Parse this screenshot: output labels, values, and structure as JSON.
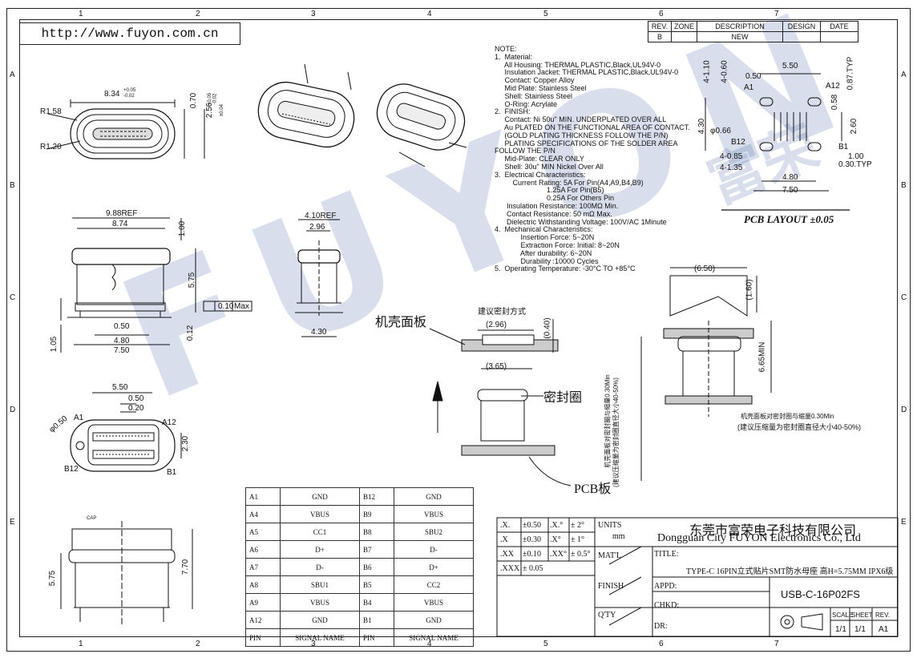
{
  "url": "http://www.fuyon.com.cn",
  "columns": [
    "1",
    "2",
    "3",
    "4",
    "5",
    "6",
    "7"
  ],
  "rows": [
    "A",
    "B",
    "C",
    "D",
    "E"
  ],
  "revision_table": {
    "headers": [
      "REV.",
      "ZONE",
      "DESCRIPTION",
      "DESIGN",
      "DATE"
    ],
    "row": [
      "B",
      "",
      "NEW",
      "",
      ""
    ]
  },
  "notes": [
    "NOTE:",
    "1.  Material:",
    "     All Housing: THERMAL PLASTIC,Black,UL94V-0",
    "     Insulation Jacket: THERMAL PLASTIC,Black,UL94V-0",
    "     Contact: Copper Alloy",
    "     Mid Plate: Stainless Steel",
    "     Shell: Stainless Steel",
    "     O-Ring: Acrylate",
    "2.  FINISH:",
    "     Contact: Ni 50u\" MIN. UNDERPLATED OVER ALL",
    "     Au PLATED ON THE FUNCTIONAL AREA OF CONTACT.",
    "     (GOLD PLATING THICKNESS FOLLOW THE P/N)",
    "     PLATING SPECIFICATIONS OF THE SOLDER AREA",
    "FOLLOW THE P/N",
    "     Mid-Plate: CLEAR ONLY",
    "     Shell: 30u\" MIN Nickel Over All",
    "3.  Electrical Characteristics:",
    "         Current Rating: 5A For Pin(A4,A9,B4,B9)",
    "                          1.25A For Pin(B5)",
    "                          0.25A For Others Pin",
    "      Insulation Resistance: 100MΩ Min.",
    "      Contact Resistance: 50 mΩ Max.",
    "      Dielectric Withstanding Voltage: 100V/AC 1Minute",
    "4.  Mechanical Characteristics:",
    "             Insertion Force: 5~20N",
    "             Extraction Force: Initial: 8~20N",
    "             After durability: 6~20N",
    "             Durability :10000 Cycles",
    "5.  Operating Temperature: -30°C TO +85°C"
  ],
  "pcb_layout": {
    "title": "PCB LAYOUT ±0.05",
    "dims": [
      "5.50",
      "0.50",
      "A12",
      "0.87.TYP",
      "A1",
      "0.58",
      "4-1.10",
      "4-0.60",
      "4.30",
      "2.60",
      "φ0.66",
      "B12",
      "B1",
      "1.00",
      "4-0.85",
      "4-1.35",
      "0.30.TYP",
      "4.80",
      "7.50"
    ]
  },
  "front_view": {
    "dims": [
      "8.34",
      "+0.05",
      "-0.02",
      "0.70",
      "+0.05",
      "-0.02",
      "2.56",
      "±0.04",
      "R1.58",
      "R1.20"
    ]
  },
  "side_view": {
    "dims": [
      "9.88REF",
      "8.74",
      "1.00",
      "5.75",
      "0.50",
      "4.80",
      "7.50",
      "1.05",
      "0.12",
      "0.10",
      "Max"
    ]
  },
  "end_view": {
    "dims": [
      "4.10REF",
      "2.96",
      "4.30"
    ]
  },
  "bottom_view": {
    "dims": [
      "5.50",
      "0.50",
      "0.20",
      "A1",
      "A12",
      "φ0.50",
      "2.30",
      "B12",
      "B1"
    ]
  },
  "lower_view": {
    "dims": [
      "5.75",
      "7.70"
    ],
    "label": "CAP"
  },
  "section": {
    "panel_label": "机壳面板",
    "seal_label": "密封圈",
    "pcb_label": "PCB板",
    "recommend": "建议密封方式",
    "dims": [
      "(2.96)",
      "(0.40)",
      "(3.65)"
    ]
  },
  "right_section": {
    "dims": [
      "(6.50)",
      "(1.60)",
      "6.65MIN"
    ],
    "note1": "机壳面板对密封圈与缩量0.30Min",
    "note2": "(建议压缩量为密封圈直径大小40-50%)"
  },
  "pin_table": {
    "rows": [
      [
        "A1",
        "GND",
        "B12",
        "GND"
      ],
      [
        "A4",
        "VBUS",
        "B9",
        "VBUS"
      ],
      [
        "A5",
        "CC1",
        "B8",
        "SBU2"
      ],
      [
        "A6",
        "D+",
        "B7",
        "D-"
      ],
      [
        "A7",
        "D-",
        "B6",
        "D+"
      ],
      [
        "A8",
        "SBU1",
        "B5",
        "CC2"
      ],
      [
        "A9",
        "VBUS",
        "B4",
        "VBUS"
      ],
      [
        "A12",
        "GND",
        "B1",
        "GND"
      ],
      [
        "PIN",
        "SIGNAL NAME",
        "PIN",
        "SIGNAL NAME"
      ]
    ]
  },
  "tolerance": {
    "rows": [
      [
        ".X.",
        "±0.50",
        ".X.°",
        "± 2°"
      ],
      [
        ".X",
        "±0.30",
        ".X°",
        "± 1°"
      ],
      [
        ".XX",
        "±0.10",
        ".XX°",
        "± 0.5°"
      ],
      [
        ".XXX",
        "± 0.05",
        "",
        ""
      ]
    ]
  },
  "title_block": {
    "units_label": "UNITS",
    "units_value": "mm",
    "material_label": "MAT'L",
    "finish_label": "FINISH",
    "qty_label": "Q'TY",
    "company_cn": "东莞市富荣电子科技有限公司",
    "company_en": "Dongguan City FUYON Electronics Co., Ltd",
    "title_label": "TITLE:",
    "title_value": "TYPE-C 16PIN立式贴片SMT防水母座 高H=5.75MM IPX6级",
    "appd_label": "APPD:",
    "chkd_label": "CHKD:",
    "dr_label": "DR:",
    "part_number": "USB-C-16P02FS",
    "scale_label": "SCALE",
    "sheet_label": "SHEET",
    "rev_label": "REV.",
    "scale": "1/1",
    "sheet": "1/1",
    "rev": "A1"
  },
  "watermark": {
    "text": "FUYON",
    "cn": "富荣"
  }
}
